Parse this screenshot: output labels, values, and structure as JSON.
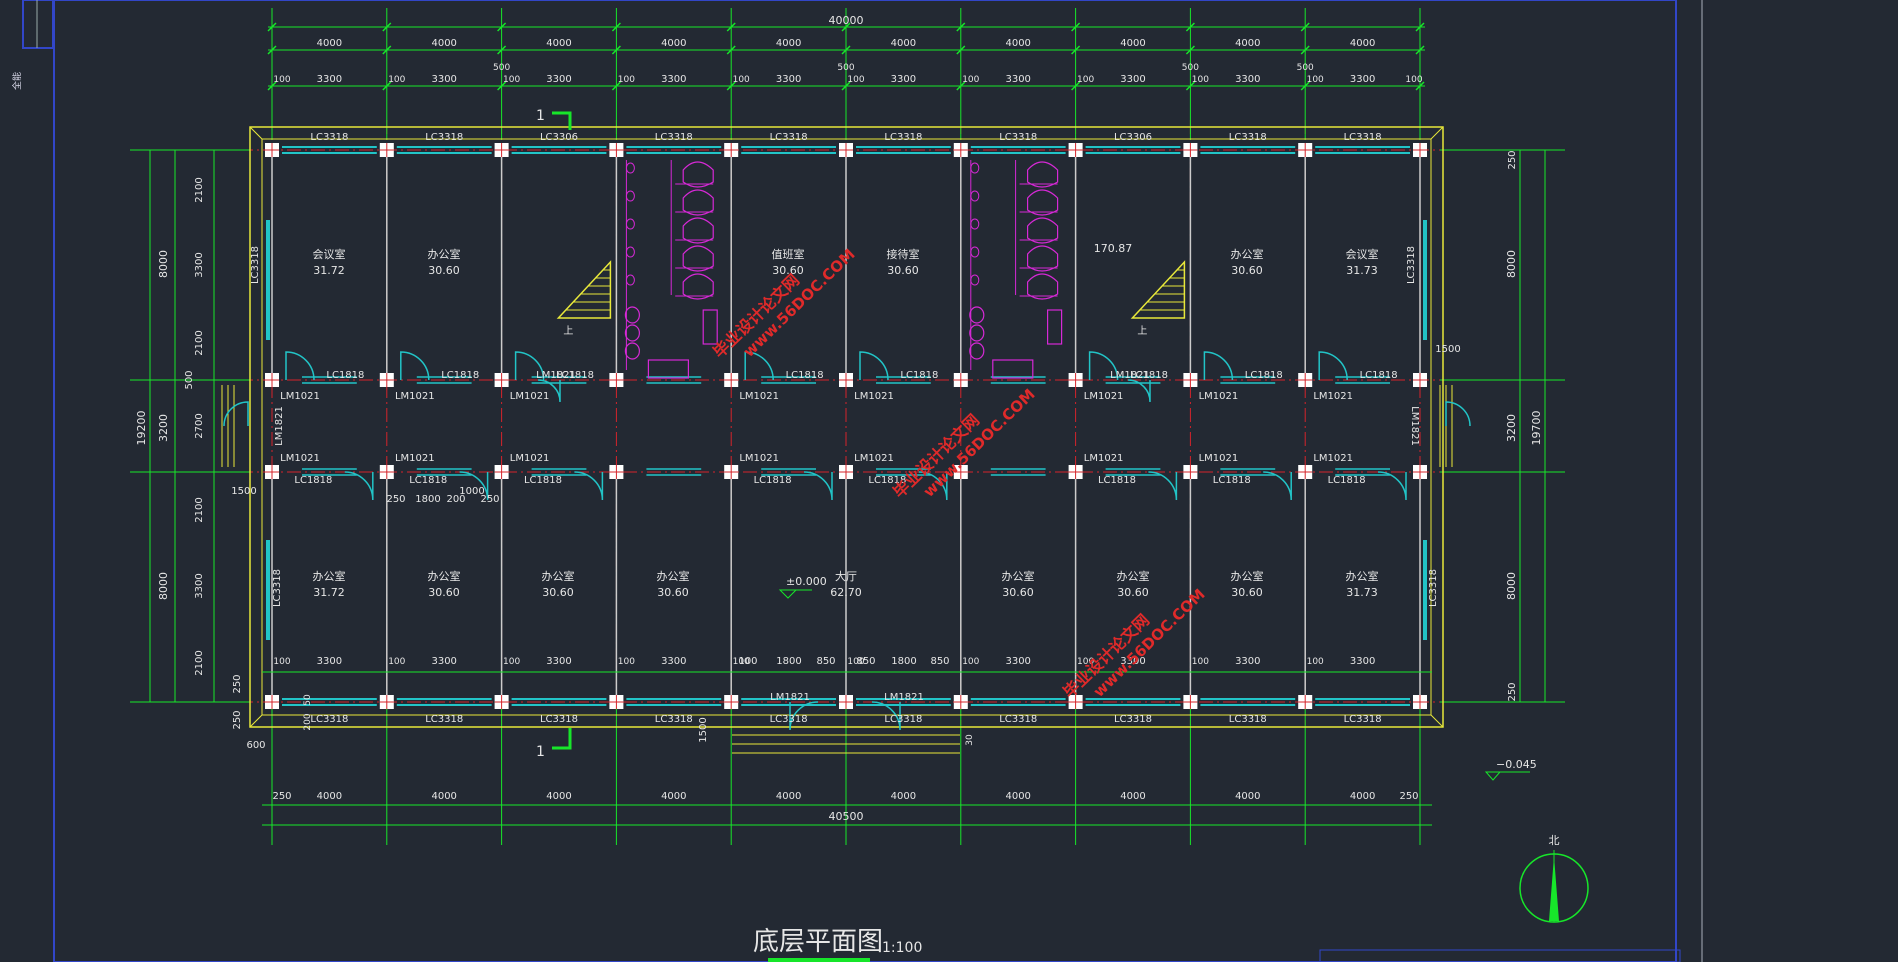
{
  "drawing": {
    "title": "底层平面图",
    "scale": "1:100",
    "north_label": "北",
    "level_main": "±0.000",
    "level_outdoor": "−0.045",
    "section_mark": "1",
    "side_stamp": "全能"
  },
  "dims": {
    "overall_width": "40000",
    "overall_outer": "40500",
    "bay": "4000",
    "sub": [
      "100",
      "3300",
      "100",
      "500",
      "1800",
      "850",
      "250",
      "200"
    ],
    "left_total": "19200",
    "left_parts": [
      "8000",
      "3200",
      "8000"
    ],
    "left_detail": [
      "2100",
      "3300",
      "2100",
      "500",
      "2700",
      "250"
    ],
    "right_total": "19700",
    "right_parts": [
      "8000",
      "3200",
      "8000"
    ],
    "right_detail": [
      "250",
      "250"
    ],
    "misc": [
      "1500",
      "600",
      "1000",
      "1500",
      "50",
      "200",
      "30"
    ]
  },
  "labels": {
    "windows": [
      "LC3318",
      "LC3306",
      "LC1818",
      "LC3318"
    ],
    "doors": [
      "LM1021",
      "LM1821"
    ],
    "stair_up": "上"
  },
  "rooms": [
    {
      "name": "会议室",
      "area": "31.72"
    },
    {
      "name": "办公室",
      "area": "30.60"
    },
    {
      "name": "值班室",
      "area": "30.60"
    },
    {
      "name": "接待室",
      "area": "30.60"
    },
    {
      "name": "",
      "area": "170.87"
    },
    {
      "name": "办公室",
      "area": "30.60"
    },
    {
      "name": "会议室",
      "area": "31.73"
    },
    {
      "name": "办公室",
      "area": "31.72"
    },
    {
      "name": "办公室",
      "area": "30.60"
    },
    {
      "name": "办公室",
      "area": "30.60"
    },
    {
      "name": "办公室",
      "area": "30.60"
    },
    {
      "name": "大厅",
      "area": "62.70"
    },
    {
      "name": "办公室",
      "area": "30.60"
    },
    {
      "name": "办公室",
      "area": "30.60"
    },
    {
      "name": "办公室",
      "area": "30.60"
    },
    {
      "name": "办公室",
      "area": "31.73"
    }
  ],
  "watermarks": [
    "毕业设计论文网",
    "www.56DOC.COM"
  ],
  "colors": {
    "background": "#232933",
    "dimension": "#17e62a",
    "axis": "#d4242b",
    "wall": "#ffffff",
    "window": "#22c4c7",
    "fixture": "#d629d6",
    "outline": "#e8e83a",
    "watermark": "#e02a2a"
  }
}
